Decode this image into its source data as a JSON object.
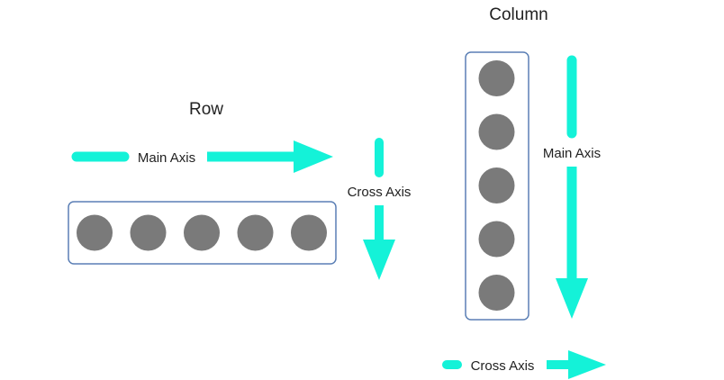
{
  "colors": {
    "arrow": "#14f2d8",
    "item": "#7a7a7a",
    "container_border": "#5b7fb5",
    "text": "#222222"
  },
  "row": {
    "title": "Row",
    "main_axis_label": "Main Axis",
    "cross_axis_label": "Cross Axis",
    "item_count": 5
  },
  "column": {
    "title": "Column",
    "main_axis_label": "Main Axis",
    "cross_axis_label": "Cross Axis",
    "item_count": 5
  }
}
